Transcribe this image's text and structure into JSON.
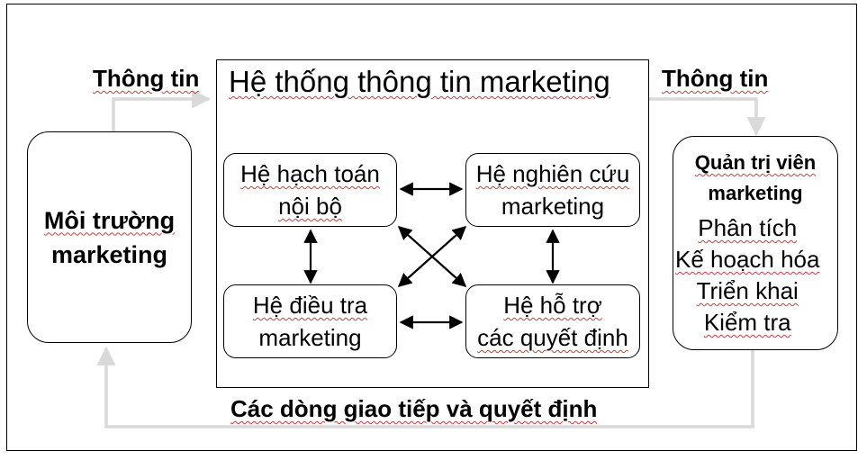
{
  "labels": {
    "info_left": "Thông tin",
    "info_right": "Thông tin",
    "feedback": "Các dòng giao tiếp và quyết định"
  },
  "environment": {
    "line1": "Môi trường",
    "line2": "marketing"
  },
  "system": {
    "title": "Hệ thống thông tin marketing",
    "internal_accounting": {
      "line1": "Hệ hạch toán",
      "line2": "nội bộ"
    },
    "research": {
      "line1": "Hệ nghiên cứu",
      "line2": "marketing"
    },
    "intelligence": {
      "line1": "Hệ điều tra",
      "line2": "marketing"
    },
    "decision_support": {
      "line1": "Hệ hỗ trợ",
      "line2": "các quyết định"
    }
  },
  "manager": {
    "title_line1": "Quản trị viên",
    "title_line2": "marketing",
    "tasks": [
      "Phân tích",
      "Kế hoạch hóa",
      "Triển khai",
      "Kiểm tra"
    ]
  },
  "colors": {
    "connector_gray": "#d9d9d9",
    "border": "#000000",
    "spellcheck_underline": "#d23a3a"
  }
}
